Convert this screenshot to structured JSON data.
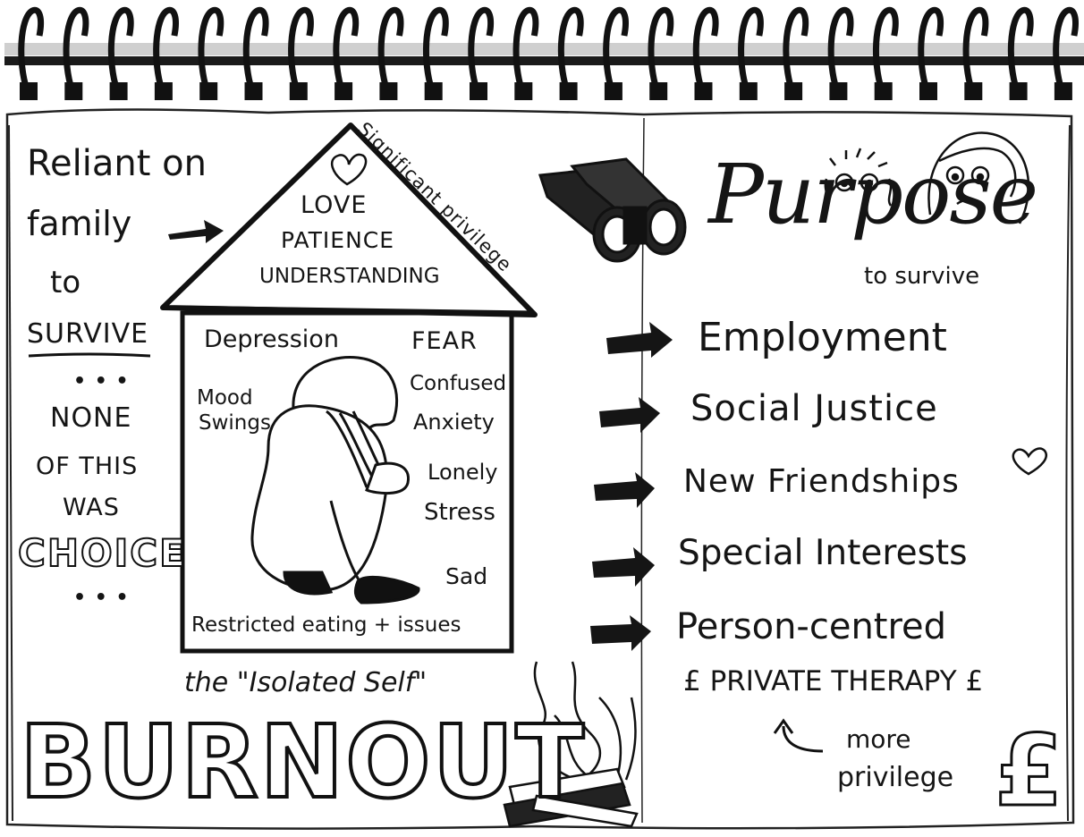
{
  "left": {
    "reliant_line1": "Reliant on",
    "reliant_line2": "family",
    "reliant_line3": "to",
    "survive": "SURVIVE",
    "dots_top": "• • •",
    "none": "NONE",
    "of_this": "OF THIS",
    "was": "WAS",
    "choice": "CHOICE",
    "dots_bottom": "• • •"
  },
  "house": {
    "roof_label": "Significant privilege",
    "love": "LOVE",
    "patience": "PATIENCE",
    "understanding": "UNDERSTANDING",
    "depression": "Depression",
    "fear": "FEAR",
    "mood": "Mood",
    "swings": "Swings",
    "confused": "Confused",
    "anxiety": "Anxiety",
    "lonely": "Lonely",
    "stress": "Stress",
    "sad": "Sad",
    "restricted": "Restricted eating + issues"
  },
  "bottom_left": {
    "isolated_self": "the \"Isolated Self\"",
    "burnout": "BURNOUT"
  },
  "right": {
    "purpose": "Purpose",
    "to_survive": "to survive",
    "list": [
      "Employment",
      "Social Justice",
      "New Friendships",
      "Special Interests",
      "Person-centred"
    ],
    "private_therapy": "£ PRIVATE THERAPY £",
    "more": "more",
    "privilege": "privilege",
    "pound": "£"
  }
}
